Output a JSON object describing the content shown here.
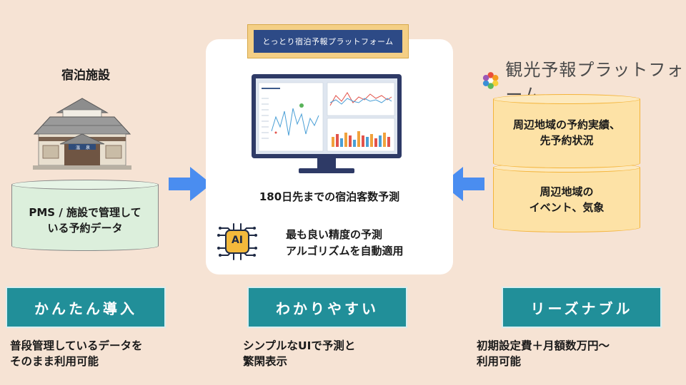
{
  "left": {
    "facility_label": "宿泊施設",
    "cylinder_text_1": "PMS / 施設で管理して",
    "cylinder_text_2": "いる予約データ"
  },
  "center": {
    "platform_label": "とっとり宿泊予報プラットフォーム",
    "forecast_text": "180日先までの宿泊客数予測",
    "ai_icon_text": "AI",
    "ai_text_1": "最も良い精度の予測",
    "ai_text_2": "アルゴリズムを自動適用"
  },
  "right": {
    "logo_text": "観光予報プラットフォーム",
    "cylinder_top_1": "周辺地域の予約実績、",
    "cylinder_top_2": "先予約状況",
    "cylinder_bottom_1": "周辺地域の",
    "cylinder_bottom_2": "イベント、気象"
  },
  "features": [
    {
      "title": "かんたん導入",
      "desc_1": "普段管理しているデータを",
      "desc_2": "そのまま利用可能"
    },
    {
      "title": "わかりやすい",
      "desc_1": "シンプルなUIで予測と",
      "desc_2": "繁閑表示"
    },
    {
      "title": "リーズナブル",
      "desc_1": "初期設定費＋月額数万円〜",
      "desc_2": "利用可能"
    }
  ],
  "colors": {
    "background": "#f6e3d4",
    "teal_button": "#218f99",
    "arrow_blue": "#4a8df0",
    "green_cylinder": "#dcefdc",
    "yellow_cylinder": "#fde2a6",
    "banner_navy": "#2d4a86"
  }
}
